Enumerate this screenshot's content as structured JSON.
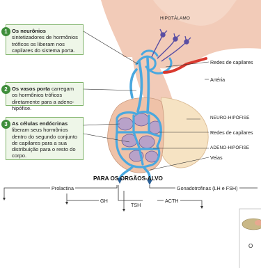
{
  "steps": [
    {
      "number": "1",
      "bold": "Os neurônios",
      "text": " sintetizadores de hormônios tróficos os liberam nos capilares do sistema porta."
    },
    {
      "number": "2",
      "bold": "Os vasos porta",
      "text": " carregam os hormônios tróficos diretamente para a adeno-hipófise."
    },
    {
      "number": "3",
      "bold": "As células endócrinas",
      "text": " liberam seus hormônios dentro do segundo conjunto de capilares para a sua distribuição para o resto do corpo."
    }
  ],
  "labels": {
    "hypothalamus": "HIPOTÁLAMO",
    "capillary_nets_top": "Redes de capilares",
    "artery": "Artéria",
    "neurohypophysis": "NEURO-HIPÓFISE",
    "capillary_nets_bottom": "Redes de capilares",
    "adenohypophysis": "ADENO-HIPÓFISE",
    "veins": "Veias"
  },
  "targets": {
    "title": "PARA OS ORGÃOS-ALVO",
    "prolactin": "Prolactina",
    "gh": "GH",
    "tsh": "TSH",
    "acth": "ACTH",
    "gonadotropins": "Gonadotrofinas (LH e FSH)"
  },
  "inset": {
    "letter": "O"
  },
  "colors": {
    "brain": "#f2cbb8",
    "pituitary_neuro": "#f6e3c3",
    "pituitary_adeno": "#f0c9b0",
    "portal_vessel": "#4aa8df",
    "artery": "#d9392e",
    "neuron": "#5a4fa3",
    "step_badge": "#3f8e3b",
    "step_box_bg": "#eef6e8",
    "step_box_border": "#7fb36a"
  }
}
